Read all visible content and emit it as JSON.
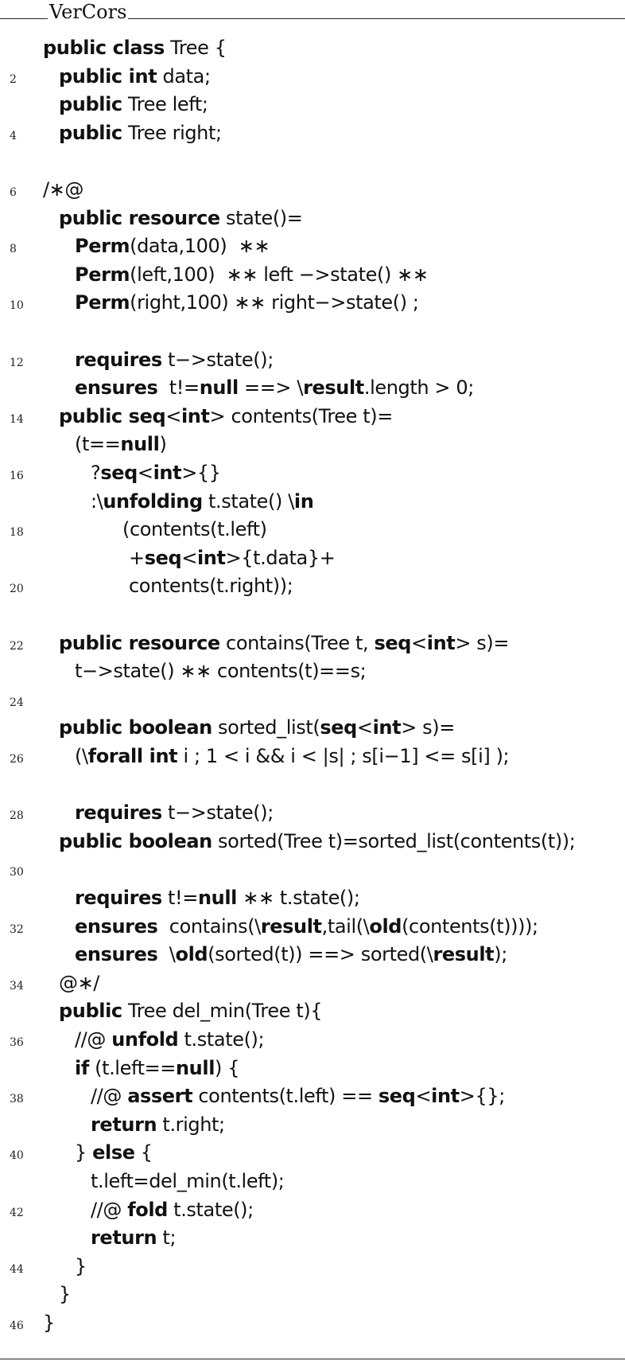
{
  "listing": {
    "title": "VerCors",
    "lines": [
      {
        "num": "",
        "indent": 0,
        "segments": [
          {
            "t": "public class",
            "b": true
          },
          {
            "t": " Tree {"
          }
        ]
      },
      {
        "num": "2",
        "indent": 1,
        "segments": [
          {
            "t": "public int",
            "b": true
          },
          {
            "t": " data;"
          }
        ]
      },
      {
        "num": "",
        "indent": 1,
        "segments": [
          {
            "t": "public",
            "b": true
          },
          {
            "t": " Tree left;"
          }
        ]
      },
      {
        "num": "4",
        "indent": 1,
        "segments": [
          {
            "t": "public",
            "b": true
          },
          {
            "t": " Tree right;"
          }
        ]
      },
      {
        "num": "",
        "indent": 0,
        "segments": []
      },
      {
        "num": "6",
        "indent": 0,
        "segments": [
          {
            "t": "/∗@"
          }
        ]
      },
      {
        "num": "",
        "indent": 1,
        "segments": [
          {
            "t": "public resource",
            "b": true
          },
          {
            "t": " state()="
          }
        ]
      },
      {
        "num": "8",
        "indent": 2,
        "segments": [
          {
            "t": "Perm",
            "b": true
          },
          {
            "t": "(data,100)  ∗∗"
          }
        ]
      },
      {
        "num": "",
        "indent": 2,
        "segments": [
          {
            "t": "Perm",
            "b": true
          },
          {
            "t": "(left,100)  ∗∗ left −>state() ∗∗"
          }
        ]
      },
      {
        "num": "10",
        "indent": 2,
        "segments": [
          {
            "t": "Perm",
            "b": true
          },
          {
            "t": "(right,100) ∗∗ right−>state() ;"
          }
        ]
      },
      {
        "num": "",
        "indent": 0,
        "segments": []
      },
      {
        "num": "12",
        "indent": 2,
        "segments": [
          {
            "t": "requires",
            "b": true
          },
          {
            "t": " t−>state();"
          }
        ]
      },
      {
        "num": "",
        "indent": 2,
        "segments": [
          {
            "t": "ensures",
            "b": true
          },
          {
            "t": "  t!="
          },
          {
            "t": "null",
            "b": true
          },
          {
            "t": " ==> \\"
          },
          {
            "t": "result",
            "b": true
          },
          {
            "t": ".length > 0;"
          }
        ]
      },
      {
        "num": "14",
        "indent": 1,
        "segments": [
          {
            "t": "public seq",
            "b": true
          },
          {
            "t": "<"
          },
          {
            "t": "int",
            "b": true
          },
          {
            "t": "> contents(Tree t)="
          }
        ]
      },
      {
        "num": "",
        "indent": 2,
        "segments": [
          {
            "t": "(t=="
          },
          {
            "t": "null",
            "b": true
          },
          {
            "t": ")"
          }
        ]
      },
      {
        "num": "16",
        "indent": 3,
        "segments": [
          {
            "t": "?"
          },
          {
            "t": "seq",
            "b": true
          },
          {
            "t": "<"
          },
          {
            "t": "int",
            "b": true
          },
          {
            "t": ">{}"
          }
        ]
      },
      {
        "num": "",
        "indent": 3,
        "segments": [
          {
            "t": ":\\"
          },
          {
            "t": "unfolding",
            "b": true
          },
          {
            "t": " t.state() \\"
          },
          {
            "t": "in",
            "b": true
          }
        ]
      },
      {
        "num": "18",
        "indent": 5,
        "segments": [
          {
            "t": "(contents(t.left)"
          }
        ]
      },
      {
        "num": "",
        "indent": 5.4,
        "segments": [
          {
            "t": "+"
          },
          {
            "t": "seq",
            "b": true
          },
          {
            "t": "<"
          },
          {
            "t": "int",
            "b": true
          },
          {
            "t": ">{t.data}+"
          }
        ]
      },
      {
        "num": "20",
        "indent": 5.4,
        "segments": [
          {
            "t": "contents(t.right));"
          }
        ]
      },
      {
        "num": "",
        "indent": 0,
        "segments": []
      },
      {
        "num": "22",
        "indent": 1,
        "segments": [
          {
            "t": "public resource",
            "b": true
          },
          {
            "t": " contains(Tree t, "
          },
          {
            "t": "seq",
            "b": true
          },
          {
            "t": "<"
          },
          {
            "t": "int",
            "b": true
          },
          {
            "t": "> s)="
          }
        ]
      },
      {
        "num": "",
        "indent": 2,
        "segments": [
          {
            "t": "t−>state() ∗∗ contents(t)==s;"
          }
        ]
      },
      {
        "num": "24",
        "indent": 0,
        "segments": []
      },
      {
        "num": "",
        "indent": 1,
        "segments": [
          {
            "t": "public boolean",
            "b": true
          },
          {
            "t": " sorted_list("
          },
          {
            "t": "seq",
            "b": true
          },
          {
            "t": "<"
          },
          {
            "t": "int",
            "b": true
          },
          {
            "t": "> s)="
          }
        ]
      },
      {
        "num": "26",
        "indent": 2,
        "segments": [
          {
            "t": "(\\"
          },
          {
            "t": "forall int",
            "b": true
          },
          {
            "t": " i ; 1 < i && i < |s| ; s[i−1] <= s[i] );"
          }
        ]
      },
      {
        "num": "",
        "indent": 0,
        "segments": []
      },
      {
        "num": "28",
        "indent": 2,
        "segments": [
          {
            "t": "requires",
            "b": true
          },
          {
            "t": " t−>state();"
          }
        ]
      },
      {
        "num": "",
        "indent": 1,
        "segments": [
          {
            "t": "public boolean",
            "b": true
          },
          {
            "t": " sorted(Tree t)=sorted_list(contents(t));"
          }
        ]
      },
      {
        "num": "30",
        "indent": 0,
        "segments": []
      },
      {
        "num": "",
        "indent": 2,
        "segments": [
          {
            "t": "requires",
            "b": true
          },
          {
            "t": " t!="
          },
          {
            "t": "null",
            "b": true
          },
          {
            "t": " ∗∗ t.state();"
          }
        ]
      },
      {
        "num": "32",
        "indent": 2,
        "segments": [
          {
            "t": "ensures",
            "b": true
          },
          {
            "t": "  contains(\\"
          },
          {
            "t": "result",
            "b": true
          },
          {
            "t": ",tail(\\"
          },
          {
            "t": "old",
            "b": true
          },
          {
            "t": "(contents(t))));"
          }
        ]
      },
      {
        "num": "",
        "indent": 2,
        "segments": [
          {
            "t": "ensures",
            "b": true
          },
          {
            "t": "  \\"
          },
          {
            "t": "old",
            "b": true
          },
          {
            "t": "(sorted(t)) ==> sorted(\\"
          },
          {
            "t": "result",
            "b": true
          },
          {
            "t": ");"
          }
        ]
      },
      {
        "num": "34",
        "indent": 1,
        "segments": [
          {
            "t": "@∗/"
          }
        ]
      },
      {
        "num": "",
        "indent": 1,
        "segments": [
          {
            "t": "public",
            "b": true
          },
          {
            "t": " Tree del_min(Tree t){"
          }
        ]
      },
      {
        "num": "36",
        "indent": 2,
        "segments": [
          {
            "t": "//@ "
          },
          {
            "t": "unfold",
            "b": true
          },
          {
            "t": " t.state();"
          }
        ]
      },
      {
        "num": "",
        "indent": 2,
        "segments": [
          {
            "t": "if",
            "b": true
          },
          {
            "t": " (t.left=="
          },
          {
            "t": "null",
            "b": true
          },
          {
            "t": ") {"
          }
        ]
      },
      {
        "num": "38",
        "indent": 3,
        "segments": [
          {
            "t": "//@ "
          },
          {
            "t": "assert",
            "b": true
          },
          {
            "t": " contents(t.left) == "
          },
          {
            "t": "seq",
            "b": true
          },
          {
            "t": "<"
          },
          {
            "t": "int",
            "b": true
          },
          {
            "t": ">{};"
          }
        ]
      },
      {
        "num": "",
        "indent": 3,
        "segments": [
          {
            "t": "return",
            "b": true
          },
          {
            "t": " t.right;"
          }
        ]
      },
      {
        "num": "40",
        "indent": 2,
        "segments": [
          {
            "t": "} "
          },
          {
            "t": "else",
            "b": true
          },
          {
            "t": " {"
          }
        ]
      },
      {
        "num": "",
        "indent": 3,
        "segments": [
          {
            "t": "t.left=del_min(t.left);"
          }
        ]
      },
      {
        "num": "42",
        "indent": 3,
        "segments": [
          {
            "t": "//@ "
          },
          {
            "t": "fold",
            "b": true
          },
          {
            "t": " t.state();"
          }
        ]
      },
      {
        "num": "",
        "indent": 3,
        "segments": [
          {
            "t": "return",
            "b": true
          },
          {
            "t": " t;"
          }
        ]
      },
      {
        "num": "44",
        "indent": 2,
        "segments": [
          {
            "t": "}"
          }
        ]
      },
      {
        "num": "",
        "indent": 1,
        "segments": [
          {
            "t": "}"
          }
        ]
      },
      {
        "num": "46",
        "indent": 0,
        "segments": [
          {
            "t": "}"
          }
        ]
      }
    ]
  }
}
